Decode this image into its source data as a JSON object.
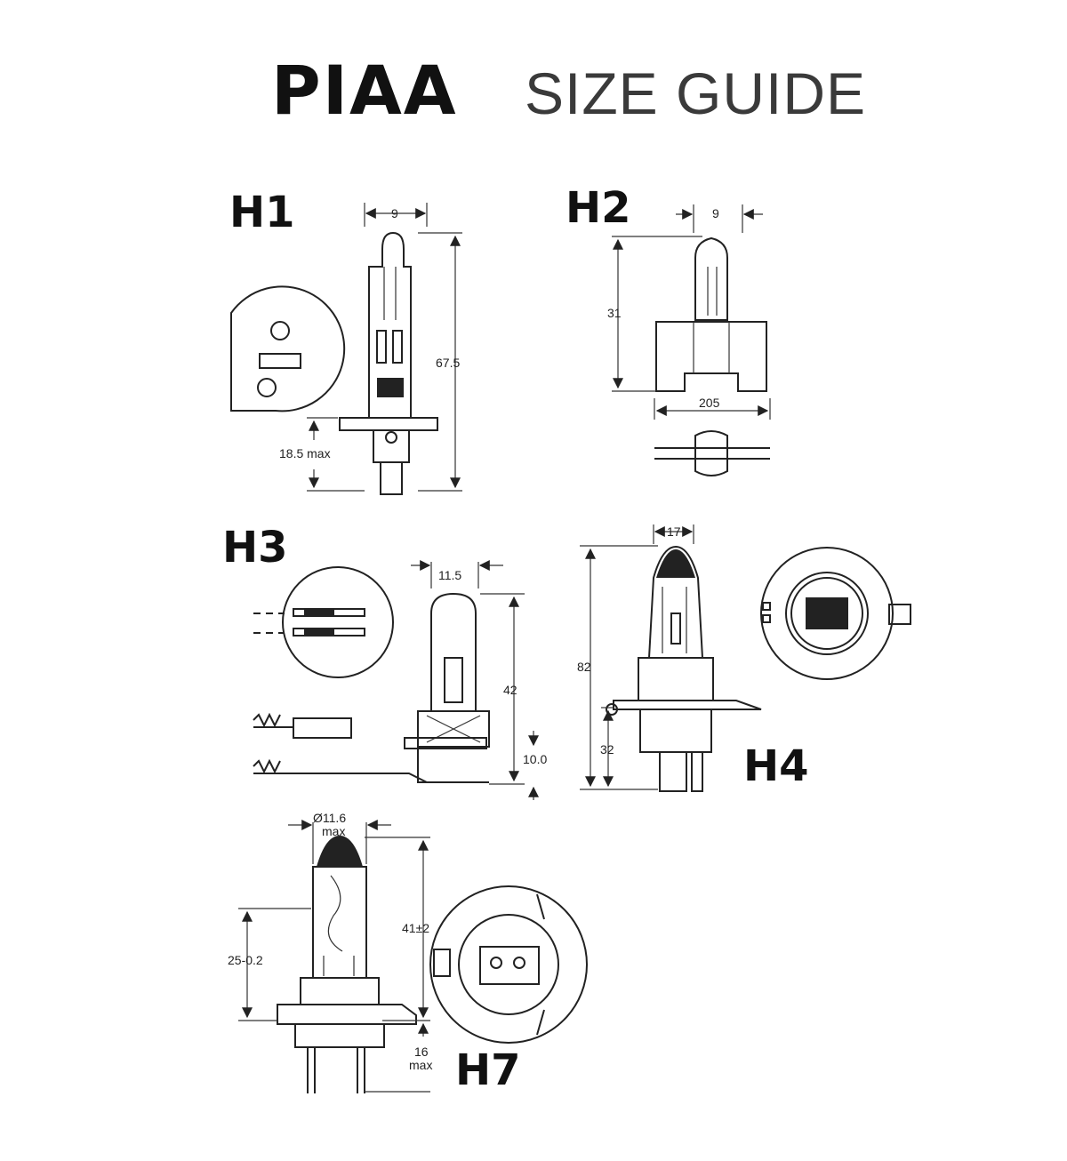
{
  "header": {
    "brand": "PIAA",
    "subtitle": "SIZE GUIDE"
  },
  "bulbs": {
    "h1": {
      "name": "H1",
      "dims": {
        "width": "9",
        "height": "67.5",
        "base": "18.5 max"
      }
    },
    "h2": {
      "name": "H2",
      "dims": {
        "width": "9",
        "height": "31",
        "base": "205"
      }
    },
    "h3": {
      "name": "H3",
      "dims": {
        "width": "11.5",
        "height": "42",
        "base": "10.0"
      }
    },
    "h4": {
      "name": "H4",
      "dims": {
        "width": "17",
        "height": "82",
        "base": "32"
      }
    },
    "h7": {
      "name": "H7",
      "dims": {
        "diameter": "Ø11.6",
        "diameter_note": "max",
        "height": "41±2",
        "focal": "25-0.2",
        "base": "16",
        "base_note": "max"
      }
    }
  },
  "colors": {
    "ink": "#222222",
    "subtitle": "#3a3a3a",
    "background": "#ffffff"
  }
}
